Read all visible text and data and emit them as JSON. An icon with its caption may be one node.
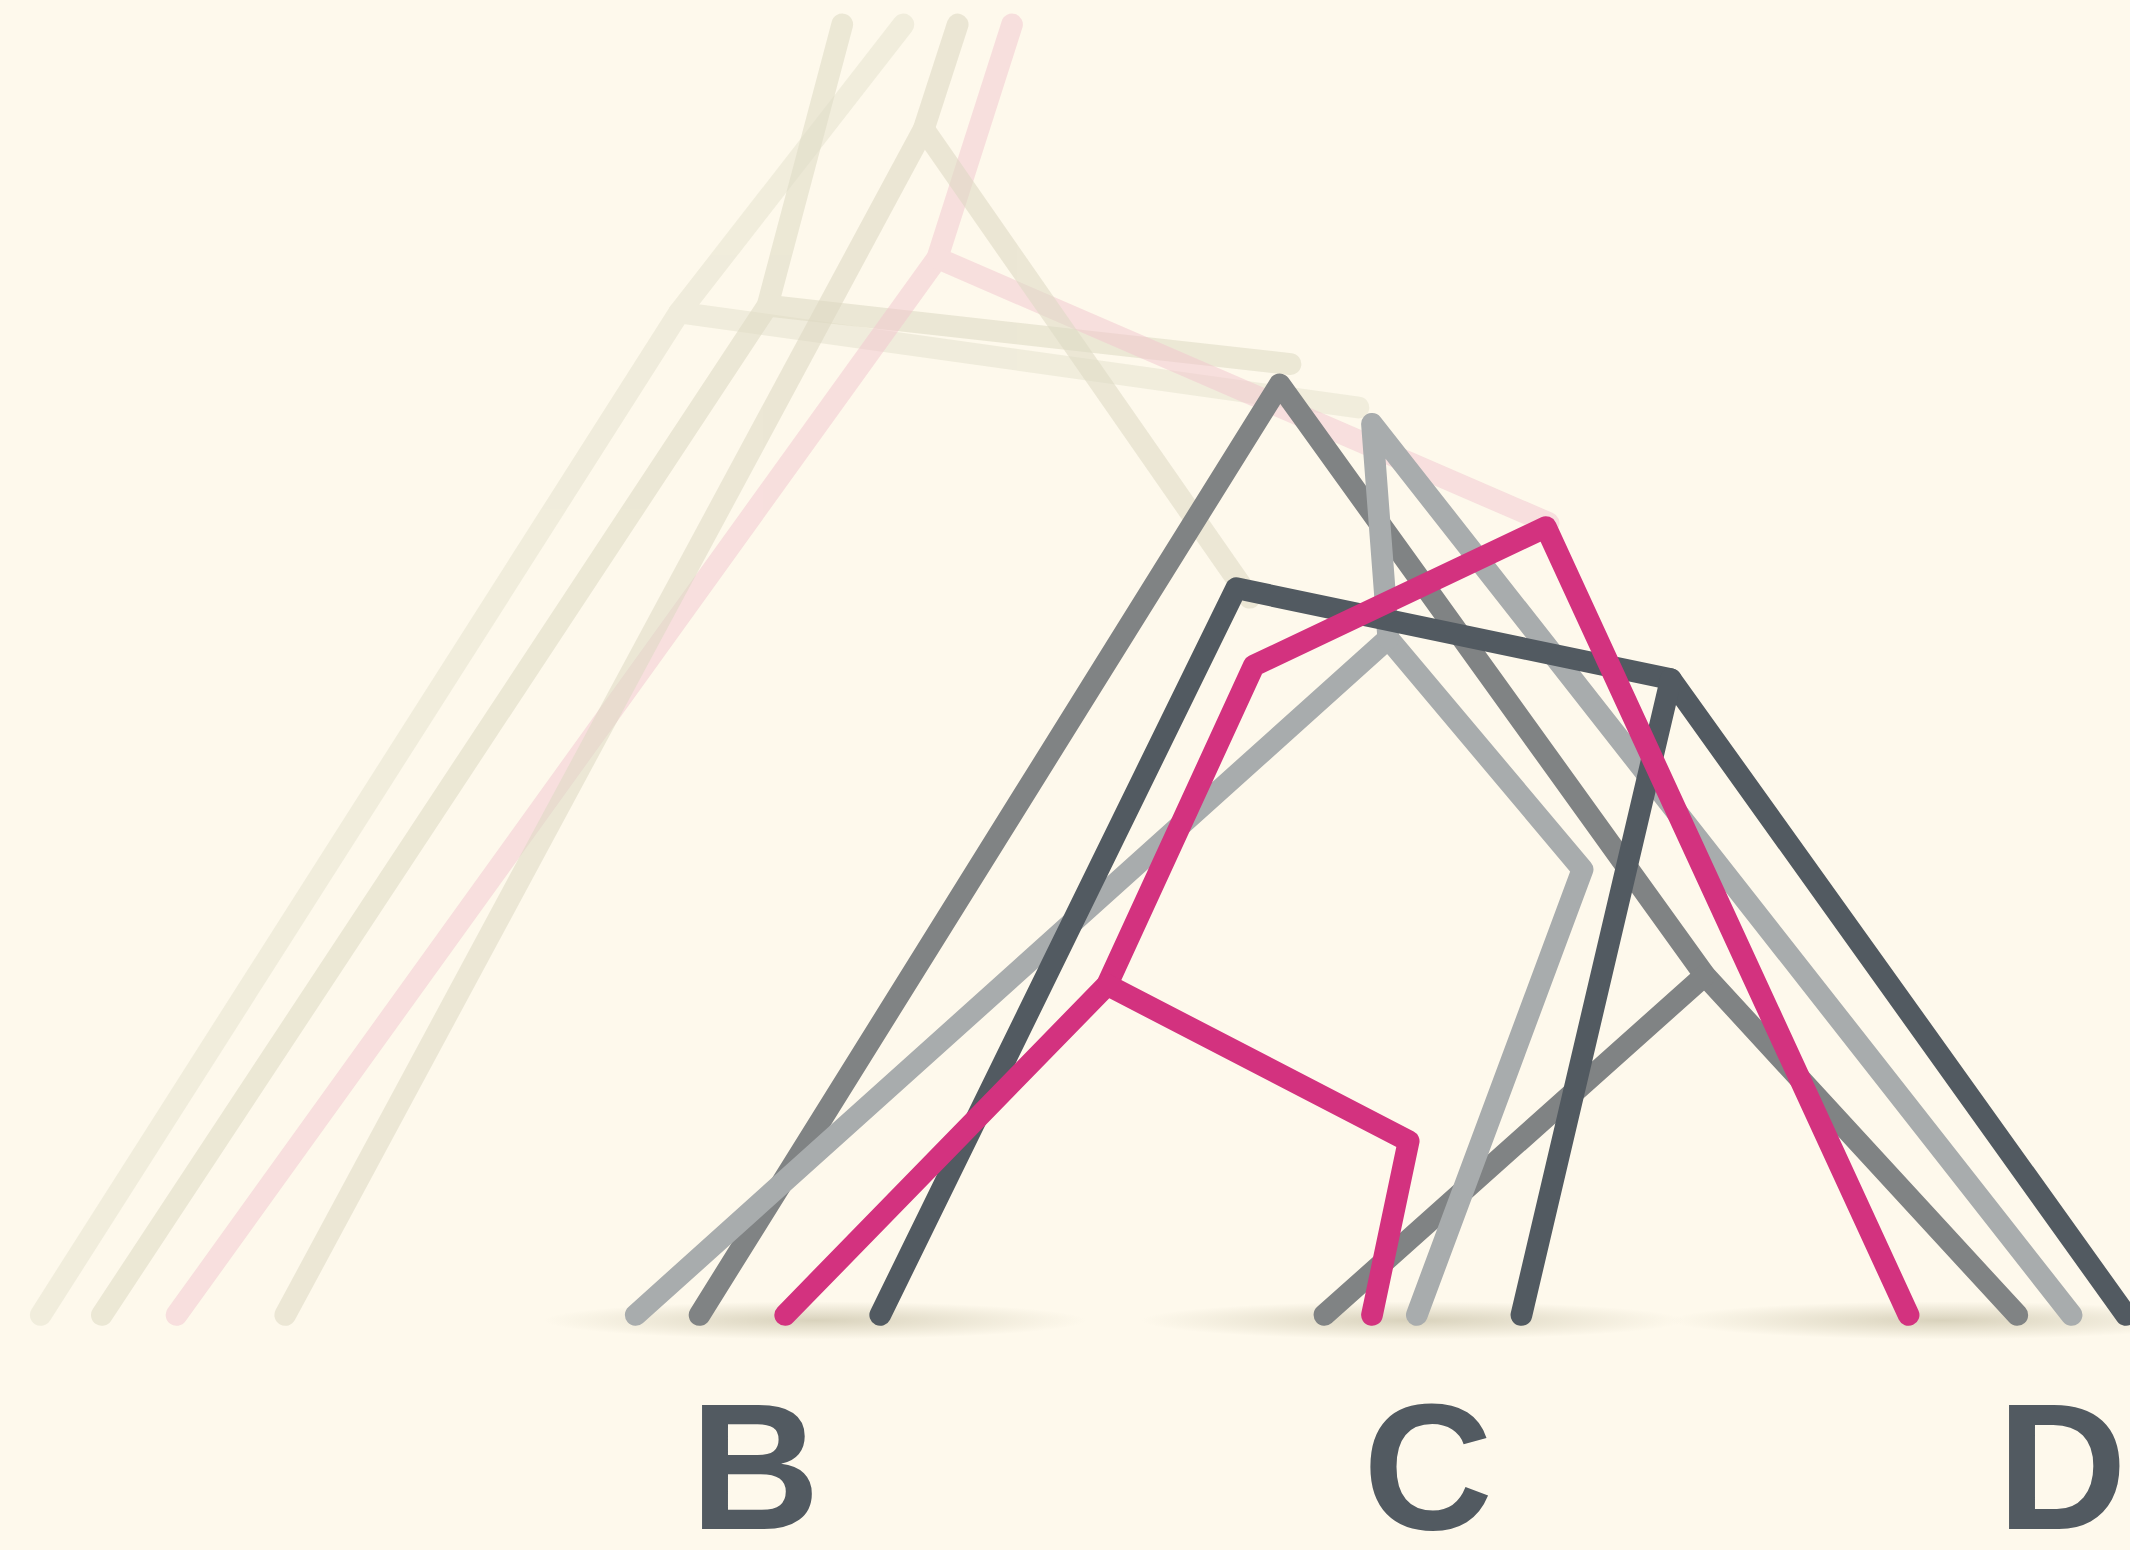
{
  "diagram": {
    "labels": [
      "B",
      "C",
      "D"
    ]
  }
}
